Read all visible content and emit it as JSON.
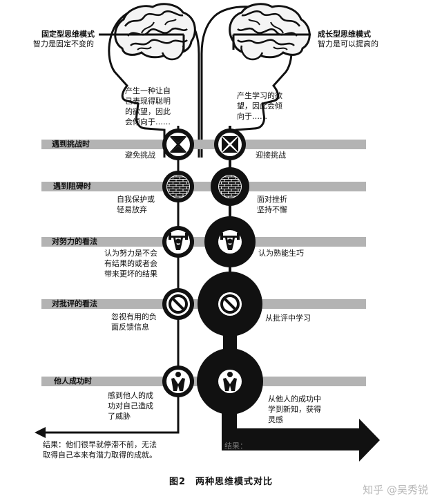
{
  "fixed_mindset": {
    "title": "固定型思维模式",
    "subtitle": "智力是固定不变的",
    "desire": [
      "产生一种让自",
      "己表现得聪明",
      "的欲望，因此",
      "会倾向于……"
    ]
  },
  "growth_mindset": {
    "title": "成长型思维模式",
    "subtitle": "智力是可以提高的",
    "desire": [
      "产生学习的欲",
      "望，因此会倾",
      "向于……"
    ]
  },
  "situations": [
    {
      "name": "遇到挑战时",
      "fixed": [
        "避免挑战"
      ],
      "growth": [
        "迎接挑战"
      ],
      "icon": "x-mark-icon"
    },
    {
      "name": "遇到阻碍时",
      "fixed": [
        "自我保护或",
        "轻易放弃"
      ],
      "growth": [
        "面对挫折",
        "坚持不懈"
      ],
      "icon": "brick-wall-icon"
    },
    {
      "name": "对努力的看法",
      "fixed": [
        "认为努力是不会",
        "有结果的或者会",
        "带来更坏的结果"
      ],
      "growth": [
        "认为熟能生巧"
      ],
      "icon": "weightlifter-icon"
    },
    {
      "name": "对批评的看法",
      "fixed": [
        "忽视有用的负",
        "面反馈信息"
      ],
      "growth": [
        "从批评中学习"
      ],
      "icon": "prohibition-sign-icon"
    },
    {
      "name": "他人成功时",
      "fixed": [
        "感到他人的成",
        "功对自己造成",
        "了威胁"
      ],
      "growth": [
        "从他人的成功中",
        "学到新知，获得",
        "灵感"
      ],
      "icon": "person-icon"
    }
  ],
  "results": {
    "fixed": [
      "结果：他们很早就停滞不前，无法",
      "取得自己本来有潜力取得的成就。"
    ],
    "growth_prefix": "结果："
  },
  "caption": "图2　两种思维模式对比",
  "watermark": "知乎 @吴秀锐"
}
